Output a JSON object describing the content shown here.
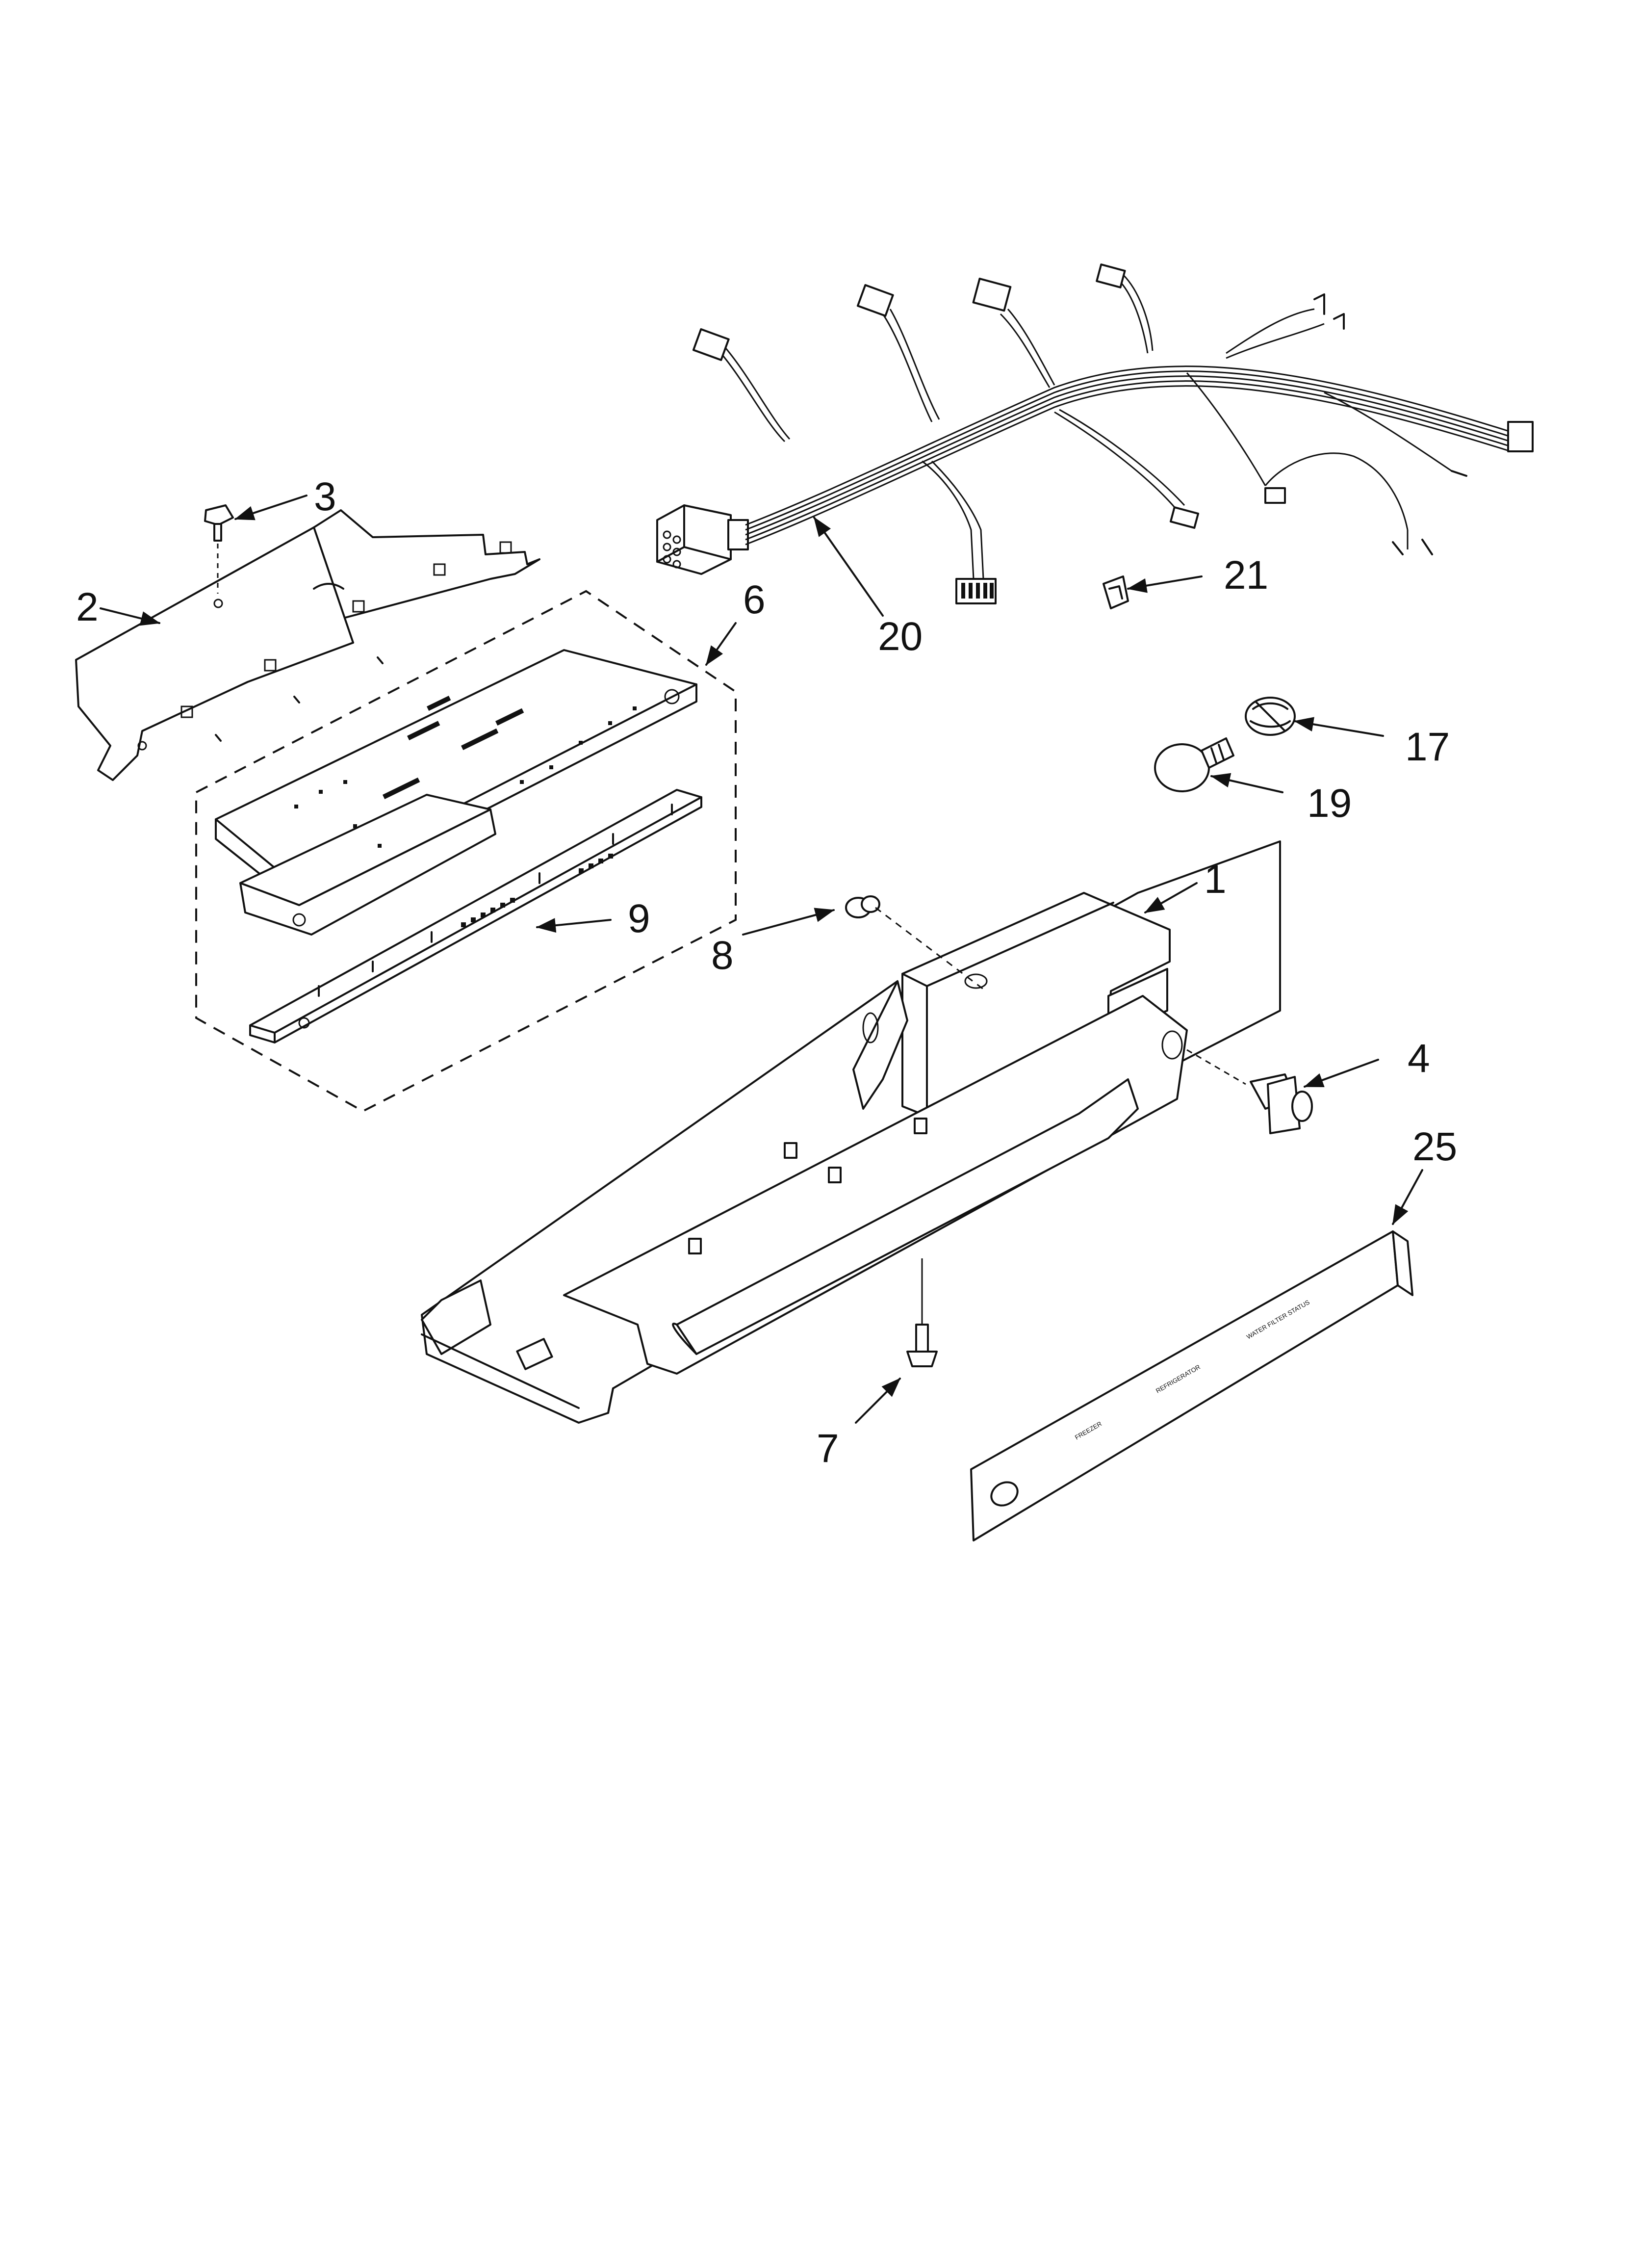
{
  "callouts": {
    "c1": "1",
    "c2": "2",
    "c3": "3",
    "c4": "4",
    "c6": "6",
    "c7": "7",
    "c8": "8",
    "c9": "9",
    "c17": "17",
    "c19": "19",
    "c20": "20",
    "c21": "21",
    "c25": "25"
  },
  "panel_text": {
    "freezer": "FREEZER",
    "refrigerator": "REFRIGERATOR",
    "water_filter": "WATER FILTER STATUS"
  }
}
